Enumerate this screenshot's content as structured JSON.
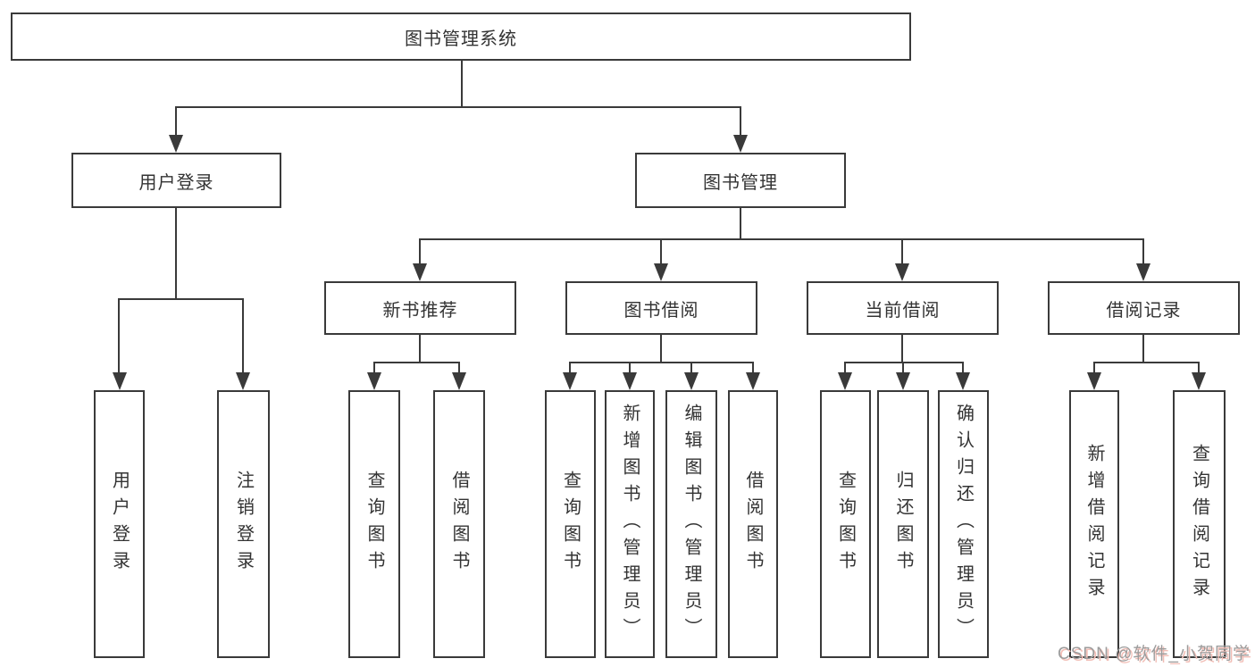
{
  "diagram": {
    "root": {
      "label": "图书管理系统"
    },
    "level2": [
      {
        "label": "用户登录"
      },
      {
        "label": "图书管理"
      }
    ],
    "level3": [
      {
        "label": "新书推荐"
      },
      {
        "label": "图书借阅"
      },
      {
        "label": "当前借阅"
      },
      {
        "label": "借阅记录"
      }
    ],
    "leaves": {
      "user_login": [
        "用户登录",
        "注销登录"
      ],
      "new_book": [
        "查询图书",
        "借阅图书"
      ],
      "book_borrow": [
        "查询图书",
        "新增图书（管理员）",
        "编辑图书（管理员）",
        "借阅图书"
      ],
      "current_borrow": [
        "查询图书",
        "归还图书",
        "确认归还（管理员）"
      ],
      "borrow_record": [
        "新增借阅记录",
        "查询借阅记录"
      ]
    }
  },
  "watermark": {
    "text": "CSDN @软件_小贺同学"
  },
  "colors": {
    "line": "#3a3a3a",
    "box_border": "#3a3a3a",
    "text": "#333333",
    "background": "#ffffff",
    "watermark_text": "#9c9c9c",
    "watermark_shadow": "#f2beb6"
  }
}
